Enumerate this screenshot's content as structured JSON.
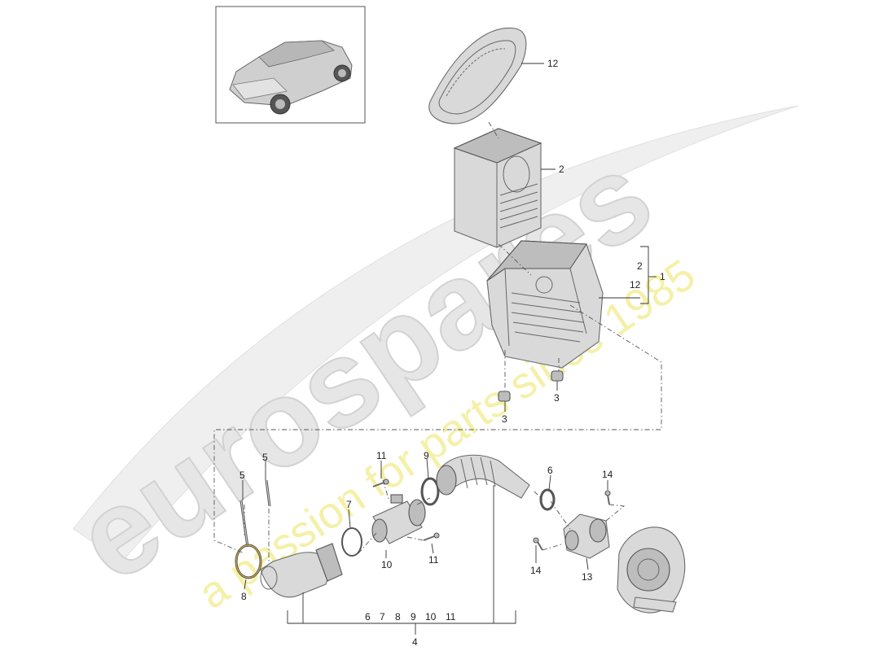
{
  "watermark": {
    "brand": "eurospares",
    "tagline": "a passion for parts since 1985"
  },
  "callouts": {
    "c1": "1",
    "c2a": "2",
    "c2b": "2",
    "c12a": "12",
    "c12b": "12",
    "c3a": "3",
    "c3b": "3",
    "c4": "4",
    "c5a": "5",
    "c5b": "5",
    "c6": "6",
    "c7": "7",
    "c8": "8",
    "c9": "9",
    "c10": "10",
    "c11a": "11",
    "c11b": "11",
    "c13": "13",
    "c14a": "14",
    "c14b": "14"
  },
  "group4_list": {
    "i6": "6",
    "i7": "7",
    "i8": "8",
    "i9": "9",
    "i10": "10",
    "i11": "11"
  }
}
